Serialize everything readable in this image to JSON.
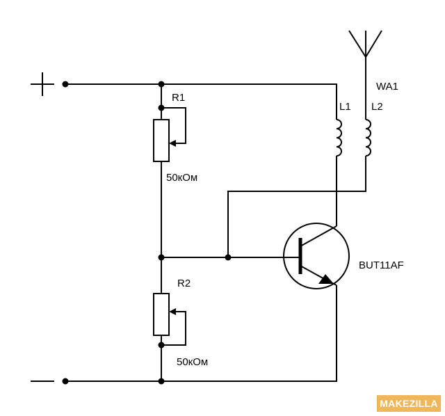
{
  "schematic": {
    "terminals": {
      "positive": "+",
      "negative": "—"
    },
    "resistors": [
      {
        "designator": "R1",
        "value": "50кОм"
      },
      {
        "designator": "R2",
        "value": "50кОм"
      }
    ],
    "inductors": [
      {
        "designator": "L1"
      },
      {
        "designator": "L2"
      }
    ],
    "antenna": {
      "designator": "WA1"
    },
    "transistor": {
      "model": "BUT11AF"
    }
  },
  "watermark": {
    "text": "MAKEZILLA",
    "color": "#f0b65a"
  }
}
